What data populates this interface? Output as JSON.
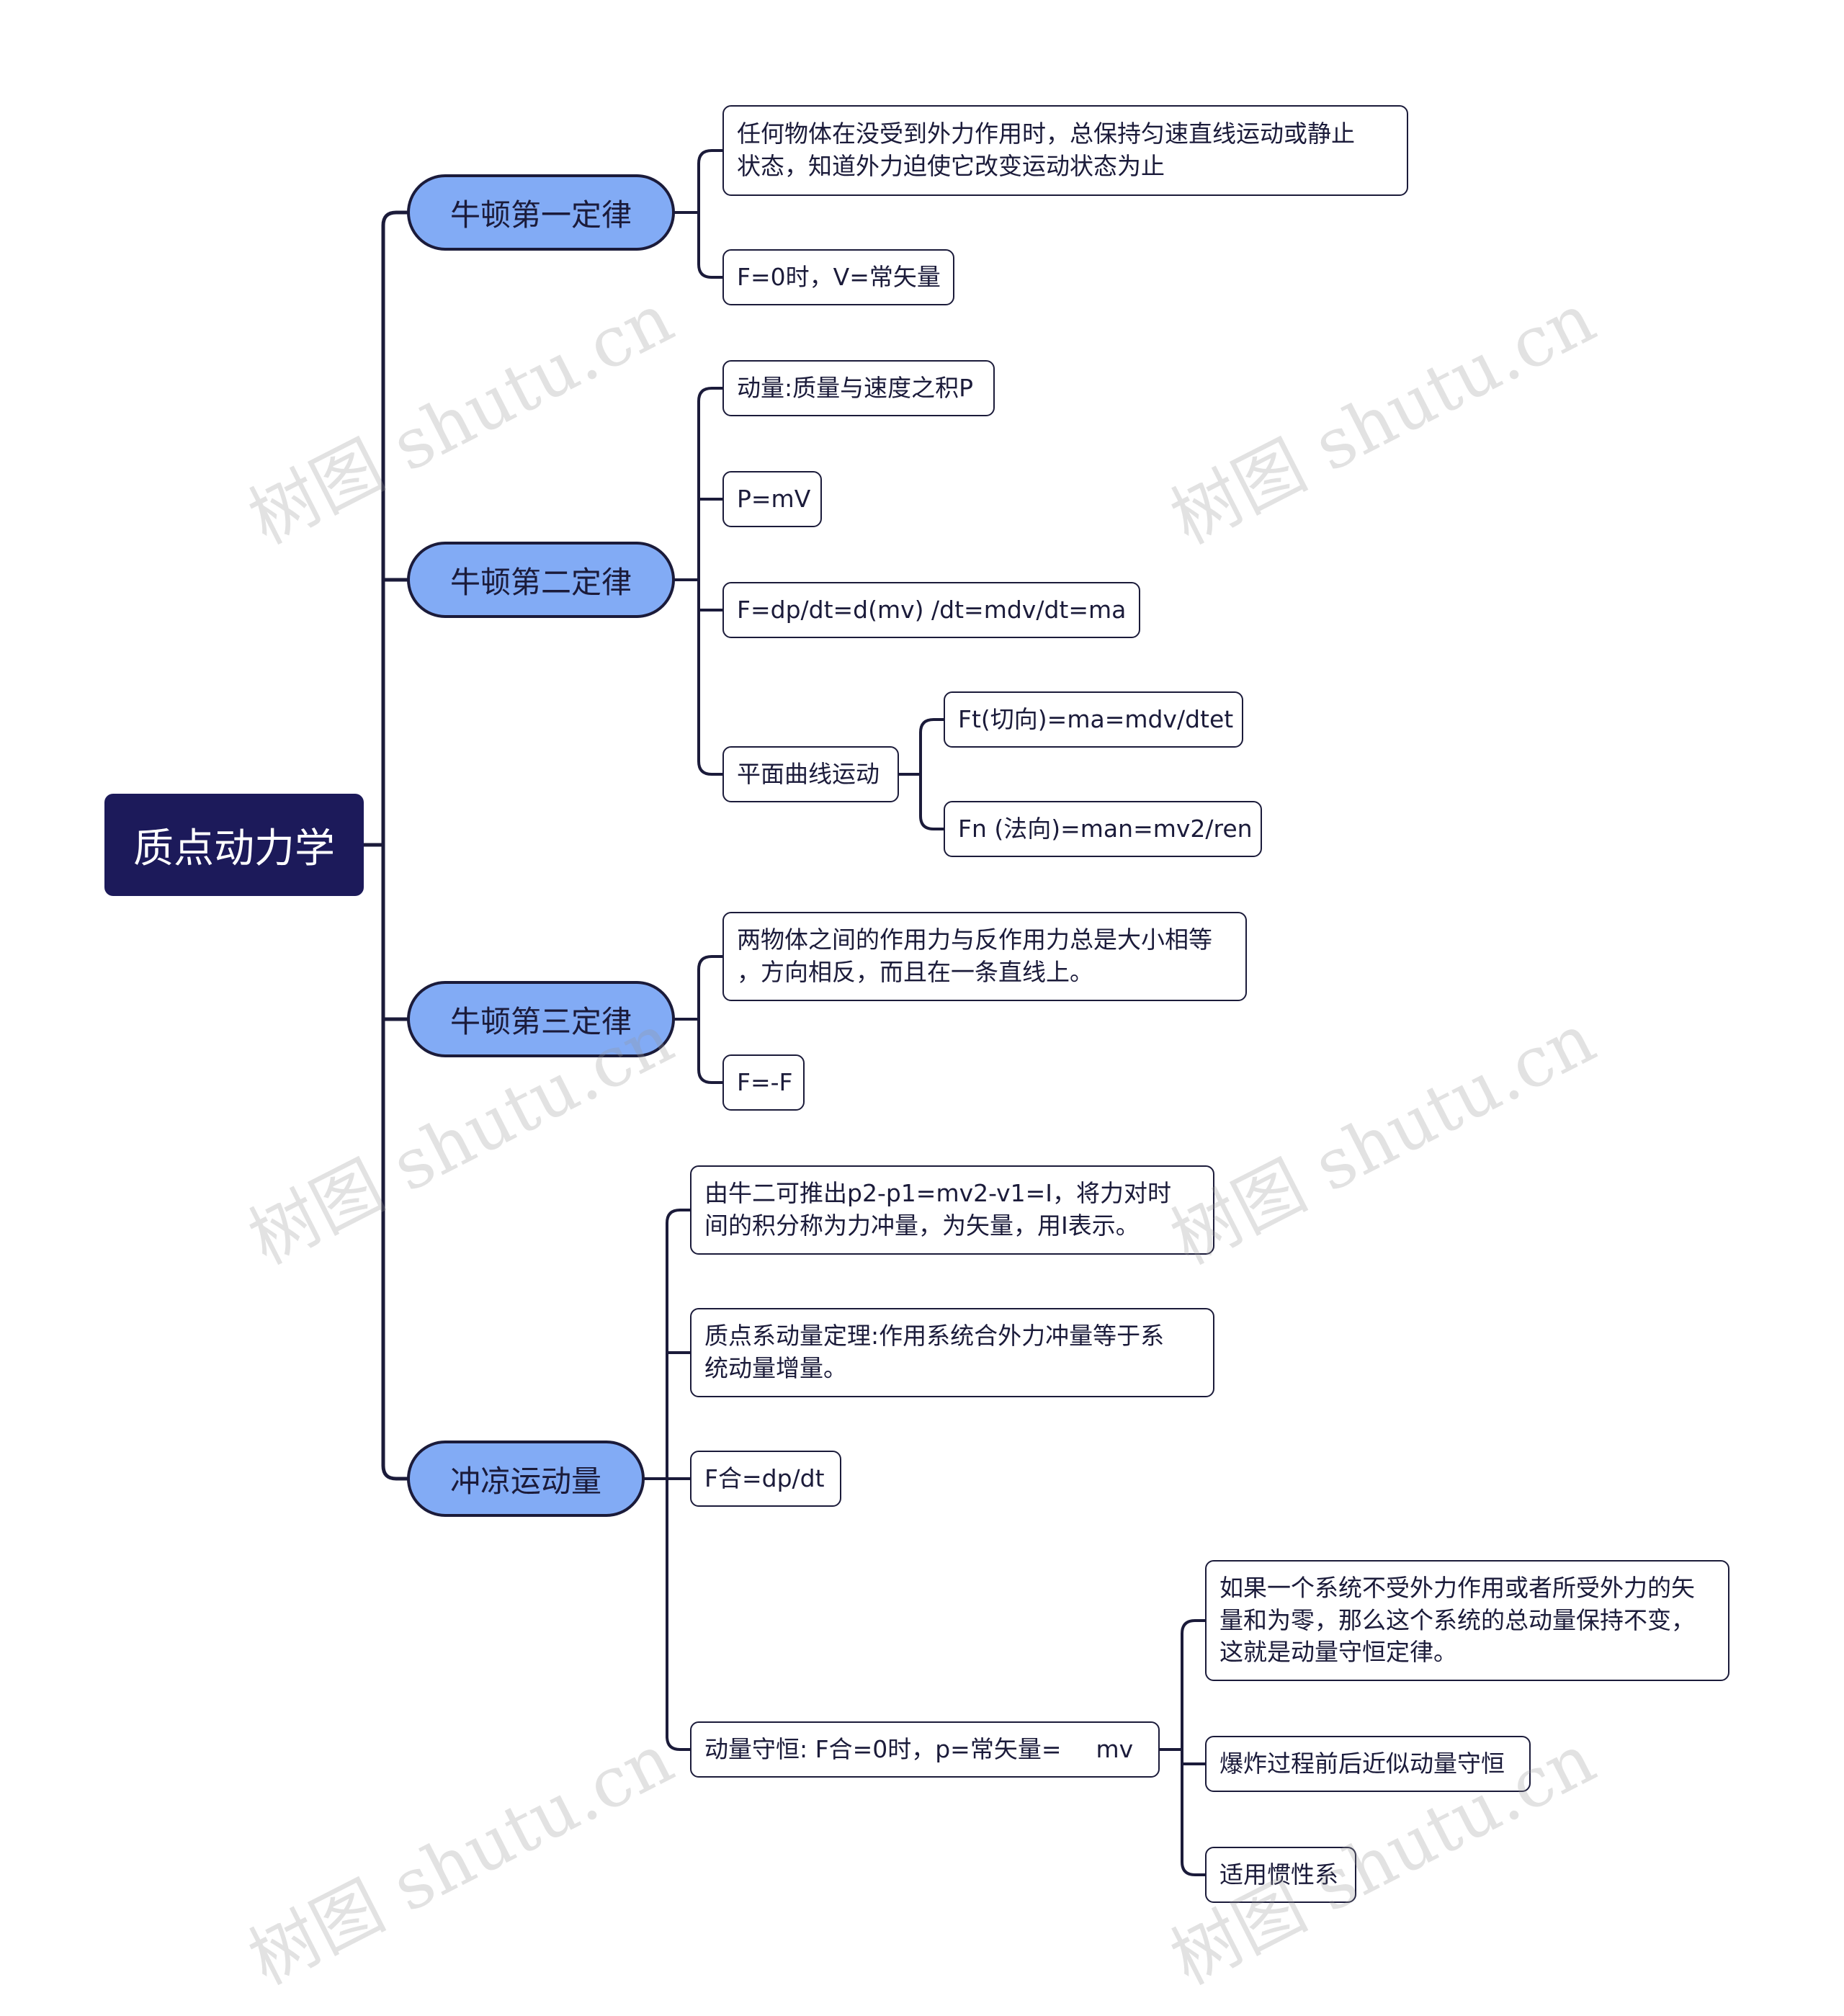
{
  "root": {
    "label": "质点动力学"
  },
  "branches": [
    {
      "label": "牛顿第一定律",
      "children": [
        {
          "lines": [
            "任何物体在没受到外力作用时，总保持匀速直线运动或静止",
            "状态，知道外力迫使它改变运动状态为止"
          ]
        },
        {
          "lines": [
            "F=0时，V=常矢量"
          ]
        }
      ]
    },
    {
      "label": "牛顿第二定律",
      "children": [
        {
          "lines": [
            "动量:质量与速度之积P"
          ]
        },
        {
          "lines": [
            "P=mV"
          ]
        },
        {
          "lines": [
            "F=dp/dt=d(mv) /dt=mdv/dt=ma"
          ]
        },
        {
          "lines": [
            "平面曲线运动"
          ],
          "children": [
            {
              "lines": [
                "Ft(切向)=ma=mdv/dtet"
              ]
            },
            {
              "lines": [
                "Fn (法向)=man=mv2/ren"
              ]
            }
          ]
        }
      ]
    },
    {
      "label": "牛顿第三定律",
      "children": [
        {
          "lines": [
            "两物体之间的作用力与反作用力总是大小相等",
            "，方向相反，而且在一条直线上。"
          ]
        },
        {
          "lines": [
            "F=-F"
          ]
        }
      ]
    },
    {
      "label": "冲凉运动量",
      "children": [
        {
          "lines": [
            "由牛二可推出p2-p1=mv2-v1=I，将力对时",
            "间的积分称为力冲量，为矢量，用I表示。"
          ]
        },
        {
          "lines": [
            "质点系动量定理:作用系统合外力冲量等于系",
            "统动量增量。"
          ]
        },
        {
          "lines": [
            "F合=dp/dt"
          ]
        },
        {
          "lines": [
            "动量守恒: F合=0时，p=常矢量="
          ],
          "suffix": "mv",
          "children": [
            {
              "lines": [
                "如果一个系统不受外力作用或者所受外力的矢",
                "量和为零，那么这个系统的总动量保持不变，",
                "这就是动量守恒定律。"
              ]
            },
            {
              "lines": [
                "爆炸过程前后近似动量守恒"
              ]
            },
            {
              "lines": [
                "适用惯性系"
              ]
            }
          ]
        }
      ]
    }
  ],
  "watermark": "树图 shutu.cn",
  "colors": {
    "root": "#1c1a5a",
    "branch": "#82abf5",
    "line": "#1b1b3a"
  }
}
